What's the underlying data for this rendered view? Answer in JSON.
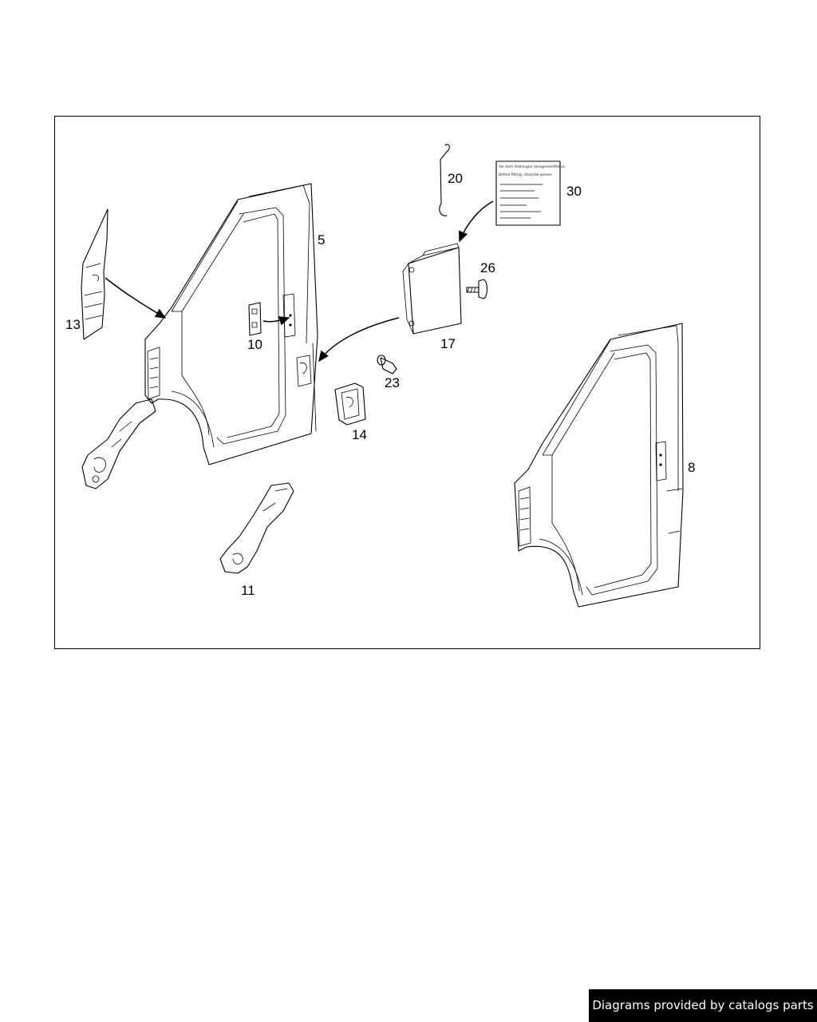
{
  "diagram": {
    "callouts": {
      "c5": "5",
      "c8": "8",
      "c10": "10",
      "c11": "11",
      "c13": "13",
      "c14": "14",
      "c17": "17",
      "c20": "20",
      "c23": "23",
      "c26": "26",
      "c30": "30"
    },
    "label_30_lines": [
      "Vor dem Anbringen reinigen/entfetten",
      "Before fitting, clean/de-grease"
    ]
  },
  "footer": {
    "text": "Diagrams provided by catalogs parts"
  },
  "colors": {
    "frame": "#000000",
    "badge_bg": "#000000",
    "badge_text": "#ffffff"
  }
}
